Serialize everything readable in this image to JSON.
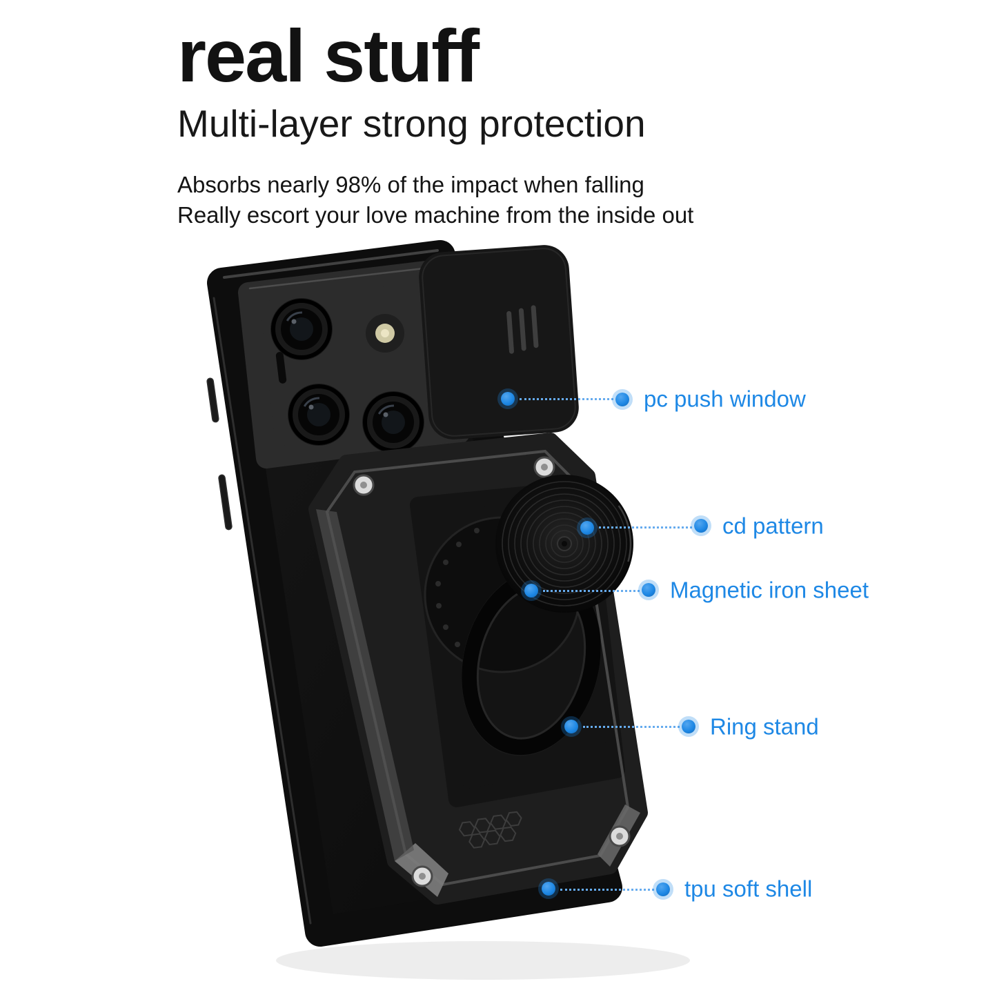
{
  "header": {
    "title": "real stuff",
    "subtitle": "Multi-layer strong protection",
    "description_line1": "Absorbs nearly 98% of the impact when falling",
    "description_line2": "Really escort your love machine from the inside out"
  },
  "callouts": [
    {
      "label": "pc push window"
    },
    {
      "label": "cd pattern"
    },
    {
      "label": "Magnetic iron sheet"
    },
    {
      "label": "Ring stand"
    },
    {
      "label": "tpu soft shell"
    }
  ],
  "colors": {
    "accent": "#1E88E5",
    "background": "#FFFFFF",
    "case_black": "#0D0D0D"
  }
}
